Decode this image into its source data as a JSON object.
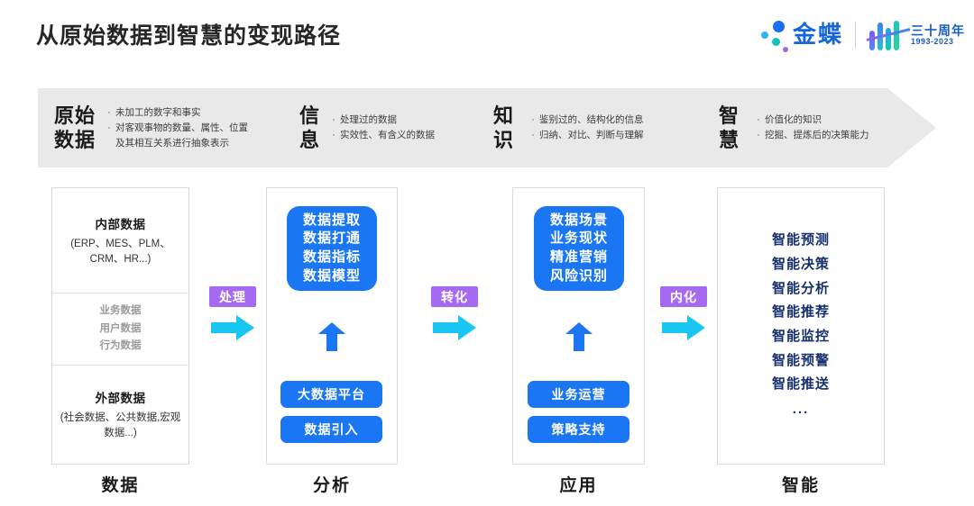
{
  "header": {
    "title": "从原始数据到智慧的变现路径",
    "brand_name": "金蝶",
    "anniversary_cn": "三十周年",
    "anniversary_years": "1993-2023",
    "accent_blue": "#1a76f2",
    "accent_purple": "#a669f2",
    "accent_cyan": "#19c6f2",
    "navy": "#16306e"
  },
  "banner": {
    "stages": [
      {
        "title_line1": "原始",
        "title_line2": "数据",
        "bullets": [
          "未加工的数字和事实",
          "对客观事物的数量、属性、位置及其相互关系进行抽象表示"
        ]
      },
      {
        "title_line1": "信",
        "title_line2": "息",
        "bullets": [
          "处理过的数据",
          "实效性、有含义的数据"
        ]
      },
      {
        "title_line1": "知",
        "title_line2": "识",
        "bullets": [
          "鉴别过的、结构化的信息",
          "归纳、对比、判断与理解"
        ]
      },
      {
        "title_line1": "智",
        "title_line2": "慧",
        "bullets": [
          "价值化的知识",
          "挖掘、提炼后的决策能力"
        ]
      }
    ],
    "bullet_dot": "·"
  },
  "columns": {
    "data": {
      "footer": "数据",
      "segments": [
        {
          "head": "内部数据",
          "sub": "(ERP、MES、PLM、CRM、HR...)"
        },
        {
          "items": [
            "业务数据",
            "用户数据",
            "行为数据"
          ]
        },
        {
          "head": "外部数据",
          "sub": "(社会数据、公共数据,宏观数据...)"
        }
      ]
    },
    "analysis": {
      "footer": "分析",
      "box": [
        "数据提取",
        "数据打通",
        "数据指标",
        "数据模型"
      ],
      "pills": [
        "大数据平台",
        "数据引入"
      ]
    },
    "application": {
      "footer": "应用",
      "box": [
        "数据场景",
        "业务现状",
        "精准营销",
        "风险识别"
      ],
      "pills": [
        "业务运营",
        "策略支持"
      ]
    },
    "intelligence": {
      "footer": "智能",
      "items": [
        "智能预测",
        "智能决策",
        "智能分析",
        "智能推荐",
        "智能监控",
        "智能预警",
        "智能推送"
      ],
      "ellipsis": "..."
    }
  },
  "connectors": [
    {
      "label": "处理"
    },
    {
      "label": "转化"
    },
    {
      "label": "内化"
    }
  ]
}
